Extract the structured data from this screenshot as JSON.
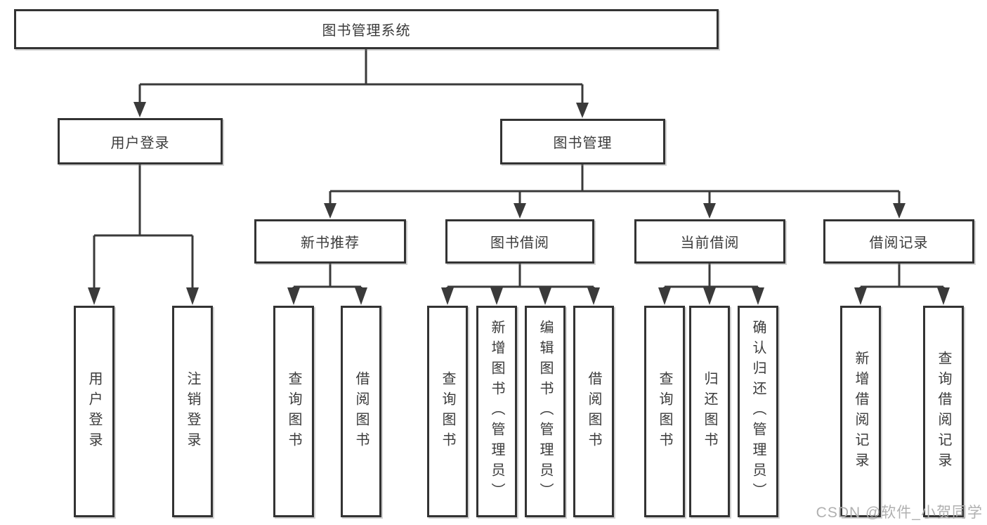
{
  "tree": {
    "root": {
      "label": "图书管理系统"
    },
    "branches": [
      {
        "label": "用户登录",
        "children": [
          "用户登录",
          "注销登录"
        ]
      },
      {
        "label": "图书管理",
        "children": [
          {
            "label": "新书推荐",
            "children": [
              "查询图书",
              "借阅图书"
            ]
          },
          {
            "label": "图书借阅",
            "children": [
              "查询图书",
              "新增图书（管理员）",
              "编辑图书（管理员）",
              "借阅图书"
            ]
          },
          {
            "label": "当前借阅",
            "children": [
              "查询图书",
              "归还图书",
              "确认归还（管理员）"
            ]
          },
          {
            "label": "借阅记录",
            "children": [
              "新增借阅记录",
              "查询借阅记录"
            ]
          }
        ]
      }
    ]
  },
  "watermark": "CSDN @软件_小贺同学",
  "colors": {
    "line": "#3a3a3a",
    "box_border": "#333333",
    "text": "#3b3b3b",
    "watermark": "#b0b0b0",
    "background": "#ffffff"
  }
}
